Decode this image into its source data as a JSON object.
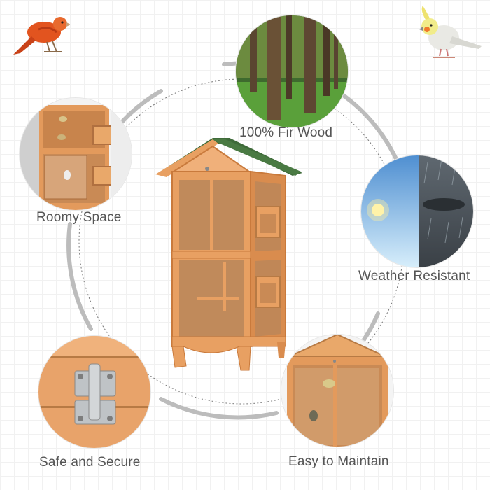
{
  "features": [
    {
      "id": "fir-wood",
      "label": "100% Fir Wood"
    },
    {
      "id": "roomy-space",
      "label": "Roomy Space"
    },
    {
      "id": "weather-resistant",
      "label": "Weather Resistant"
    },
    {
      "id": "safe-secure",
      "label": "Safe and Secure"
    },
    {
      "id": "easy-maintain",
      "label": "Easy to Maintain"
    }
  ],
  "colors": {
    "wood": "#e8a062",
    "wood_dark": "#c97a3c",
    "roof": "#3f6b3a",
    "mesh": "#b9865a",
    "ring": "#b8b8b8",
    "label": "#555555"
  },
  "icons": {
    "top_left": "red-canary-icon",
    "top_right": "cockatiel-icon"
  }
}
